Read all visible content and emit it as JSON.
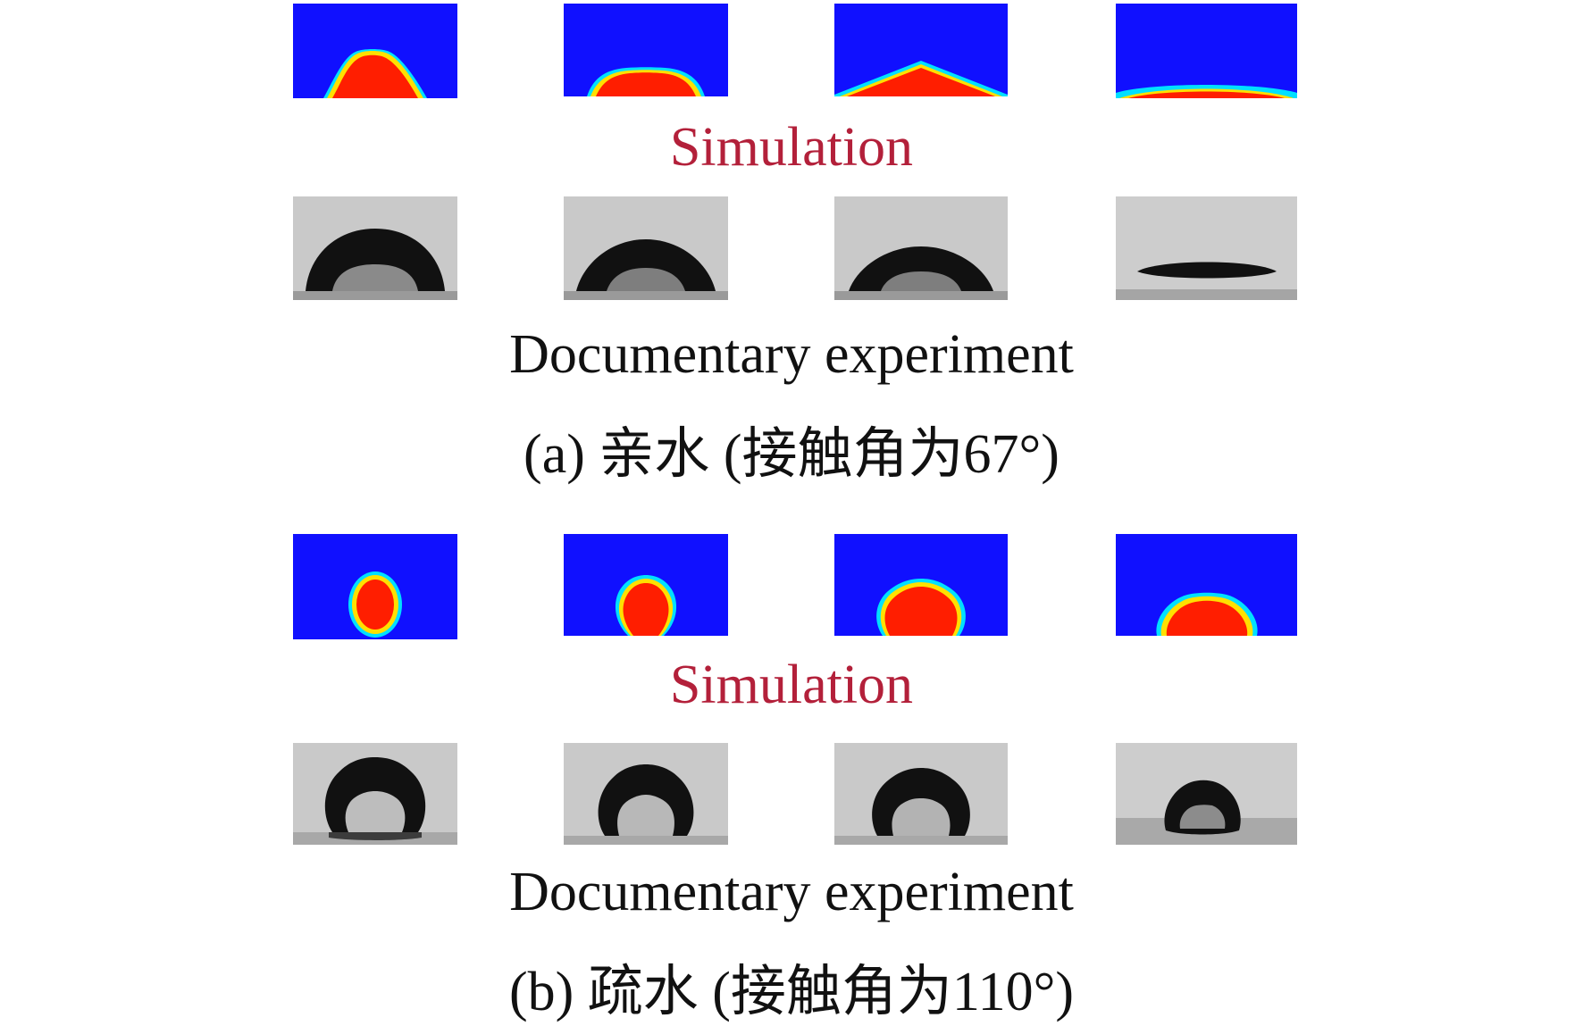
{
  "colors": {
    "sim_background": "#1010ff",
    "sim_droplet": "#ff1e00",
    "sim_interface": "#ffe000",
    "sim_caption": "#b3203a",
    "exp_background": "#c9c9c9",
    "exp_droplet": "#111111",
    "text": "#111111"
  },
  "panels": [
    {
      "id": "a",
      "simulation_label": "Simulation",
      "experiment_label": "Documentary experiment",
      "caption": "(a) 亲水 (接触角为67°)",
      "contact_angle_deg": 67,
      "wetting": "hydrophilic"
    },
    {
      "id": "b",
      "simulation_label": "Simulation",
      "experiment_label": "Documentary experiment",
      "caption": "(b) 疏水 (接触角为110°)",
      "contact_angle_deg": 110,
      "wetting": "hydrophobic"
    }
  ]
}
